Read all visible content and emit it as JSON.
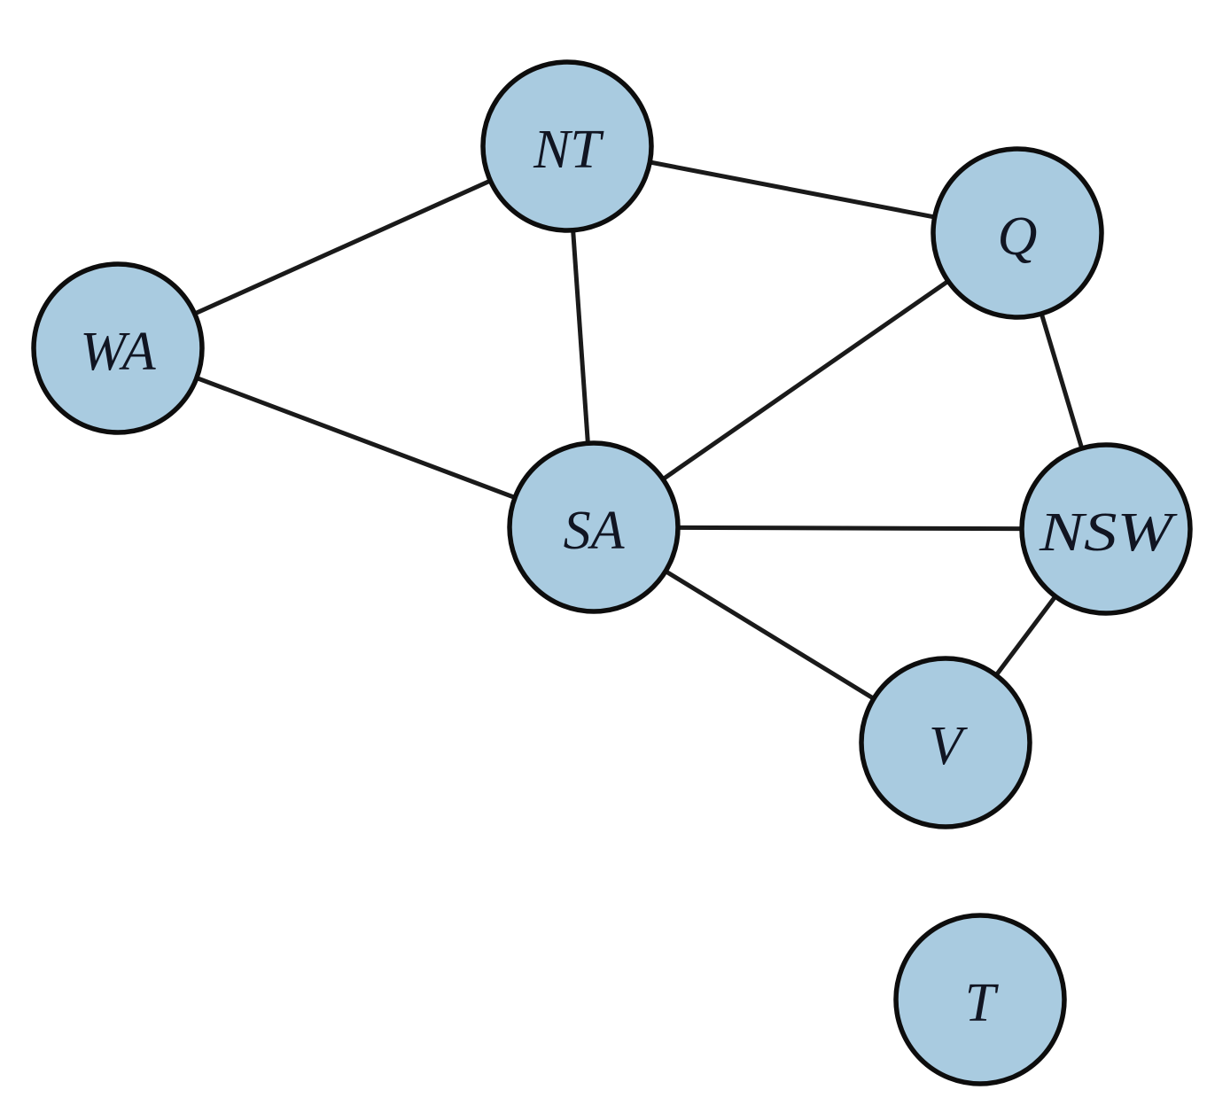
{
  "diagram": {
    "type": "constraint-graph",
    "node_fill": "#a9cbe0",
    "edge_color": "#1a1a1a",
    "nodes": [
      {
        "id": "NT",
        "label": "NT"
      },
      {
        "id": "Q",
        "label": "Q"
      },
      {
        "id": "WA",
        "label": "WA"
      },
      {
        "id": "SA",
        "label": "SA"
      },
      {
        "id": "NSW",
        "label": "NSW"
      },
      {
        "id": "V",
        "label": "V"
      },
      {
        "id": "T",
        "label": "T"
      }
    ],
    "edges": [
      [
        "WA",
        "NT"
      ],
      [
        "WA",
        "SA"
      ],
      [
        "NT",
        "SA"
      ],
      [
        "NT",
        "Q"
      ],
      [
        "SA",
        "Q"
      ],
      [
        "SA",
        "NSW"
      ],
      [
        "SA",
        "V"
      ],
      [
        "Q",
        "NSW"
      ],
      [
        "NSW",
        "V"
      ]
    ]
  }
}
